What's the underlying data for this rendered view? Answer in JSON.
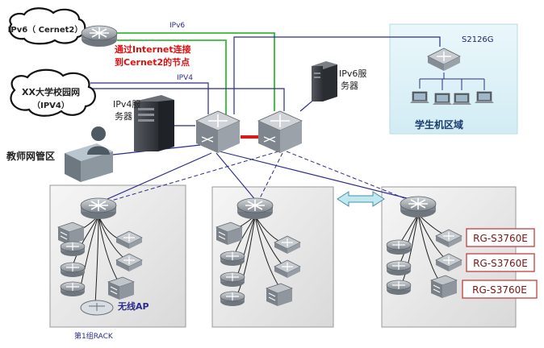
{
  "labels": {
    "ipv6_cloud": "IPv6（ Cernet2）",
    "campus_cloud_line1": "XX大学校园网",
    "campus_cloud_line2": "（IPV4）",
    "ipv6_link": "IPv6",
    "ipv4_link": "IPV4",
    "cernet2_note_line1": "通过Internet连接",
    "cernet2_note_line2": "到Cernet2的节点",
    "ipv4_server_line1": "IPv4服",
    "ipv4_server_line2": "务器",
    "ipv6_server_line1": "IPv6服",
    "ipv6_server_line2": "务器",
    "teacher_area": "教师网管区",
    "switch_s2126g": "S2126G",
    "student_area": "学生机区域",
    "rack_group1": "第1组RACK",
    "wireless_ap": "无线AP",
    "rg_switch_1": "RG-S3760E",
    "rg_switch_2": "RG-S3760E",
    "rg_switch_3": "RG-S3760E"
  },
  "colors": {
    "ipv6_line": "#33bb33",
    "ipv4_line": "#2b2b8c",
    "core_link": "#d81a1a",
    "note_text": "#e01010",
    "student_zone": "#dff1f7",
    "rack_bg": "#e9e9e9",
    "device_body": "#9aa1a8"
  }
}
